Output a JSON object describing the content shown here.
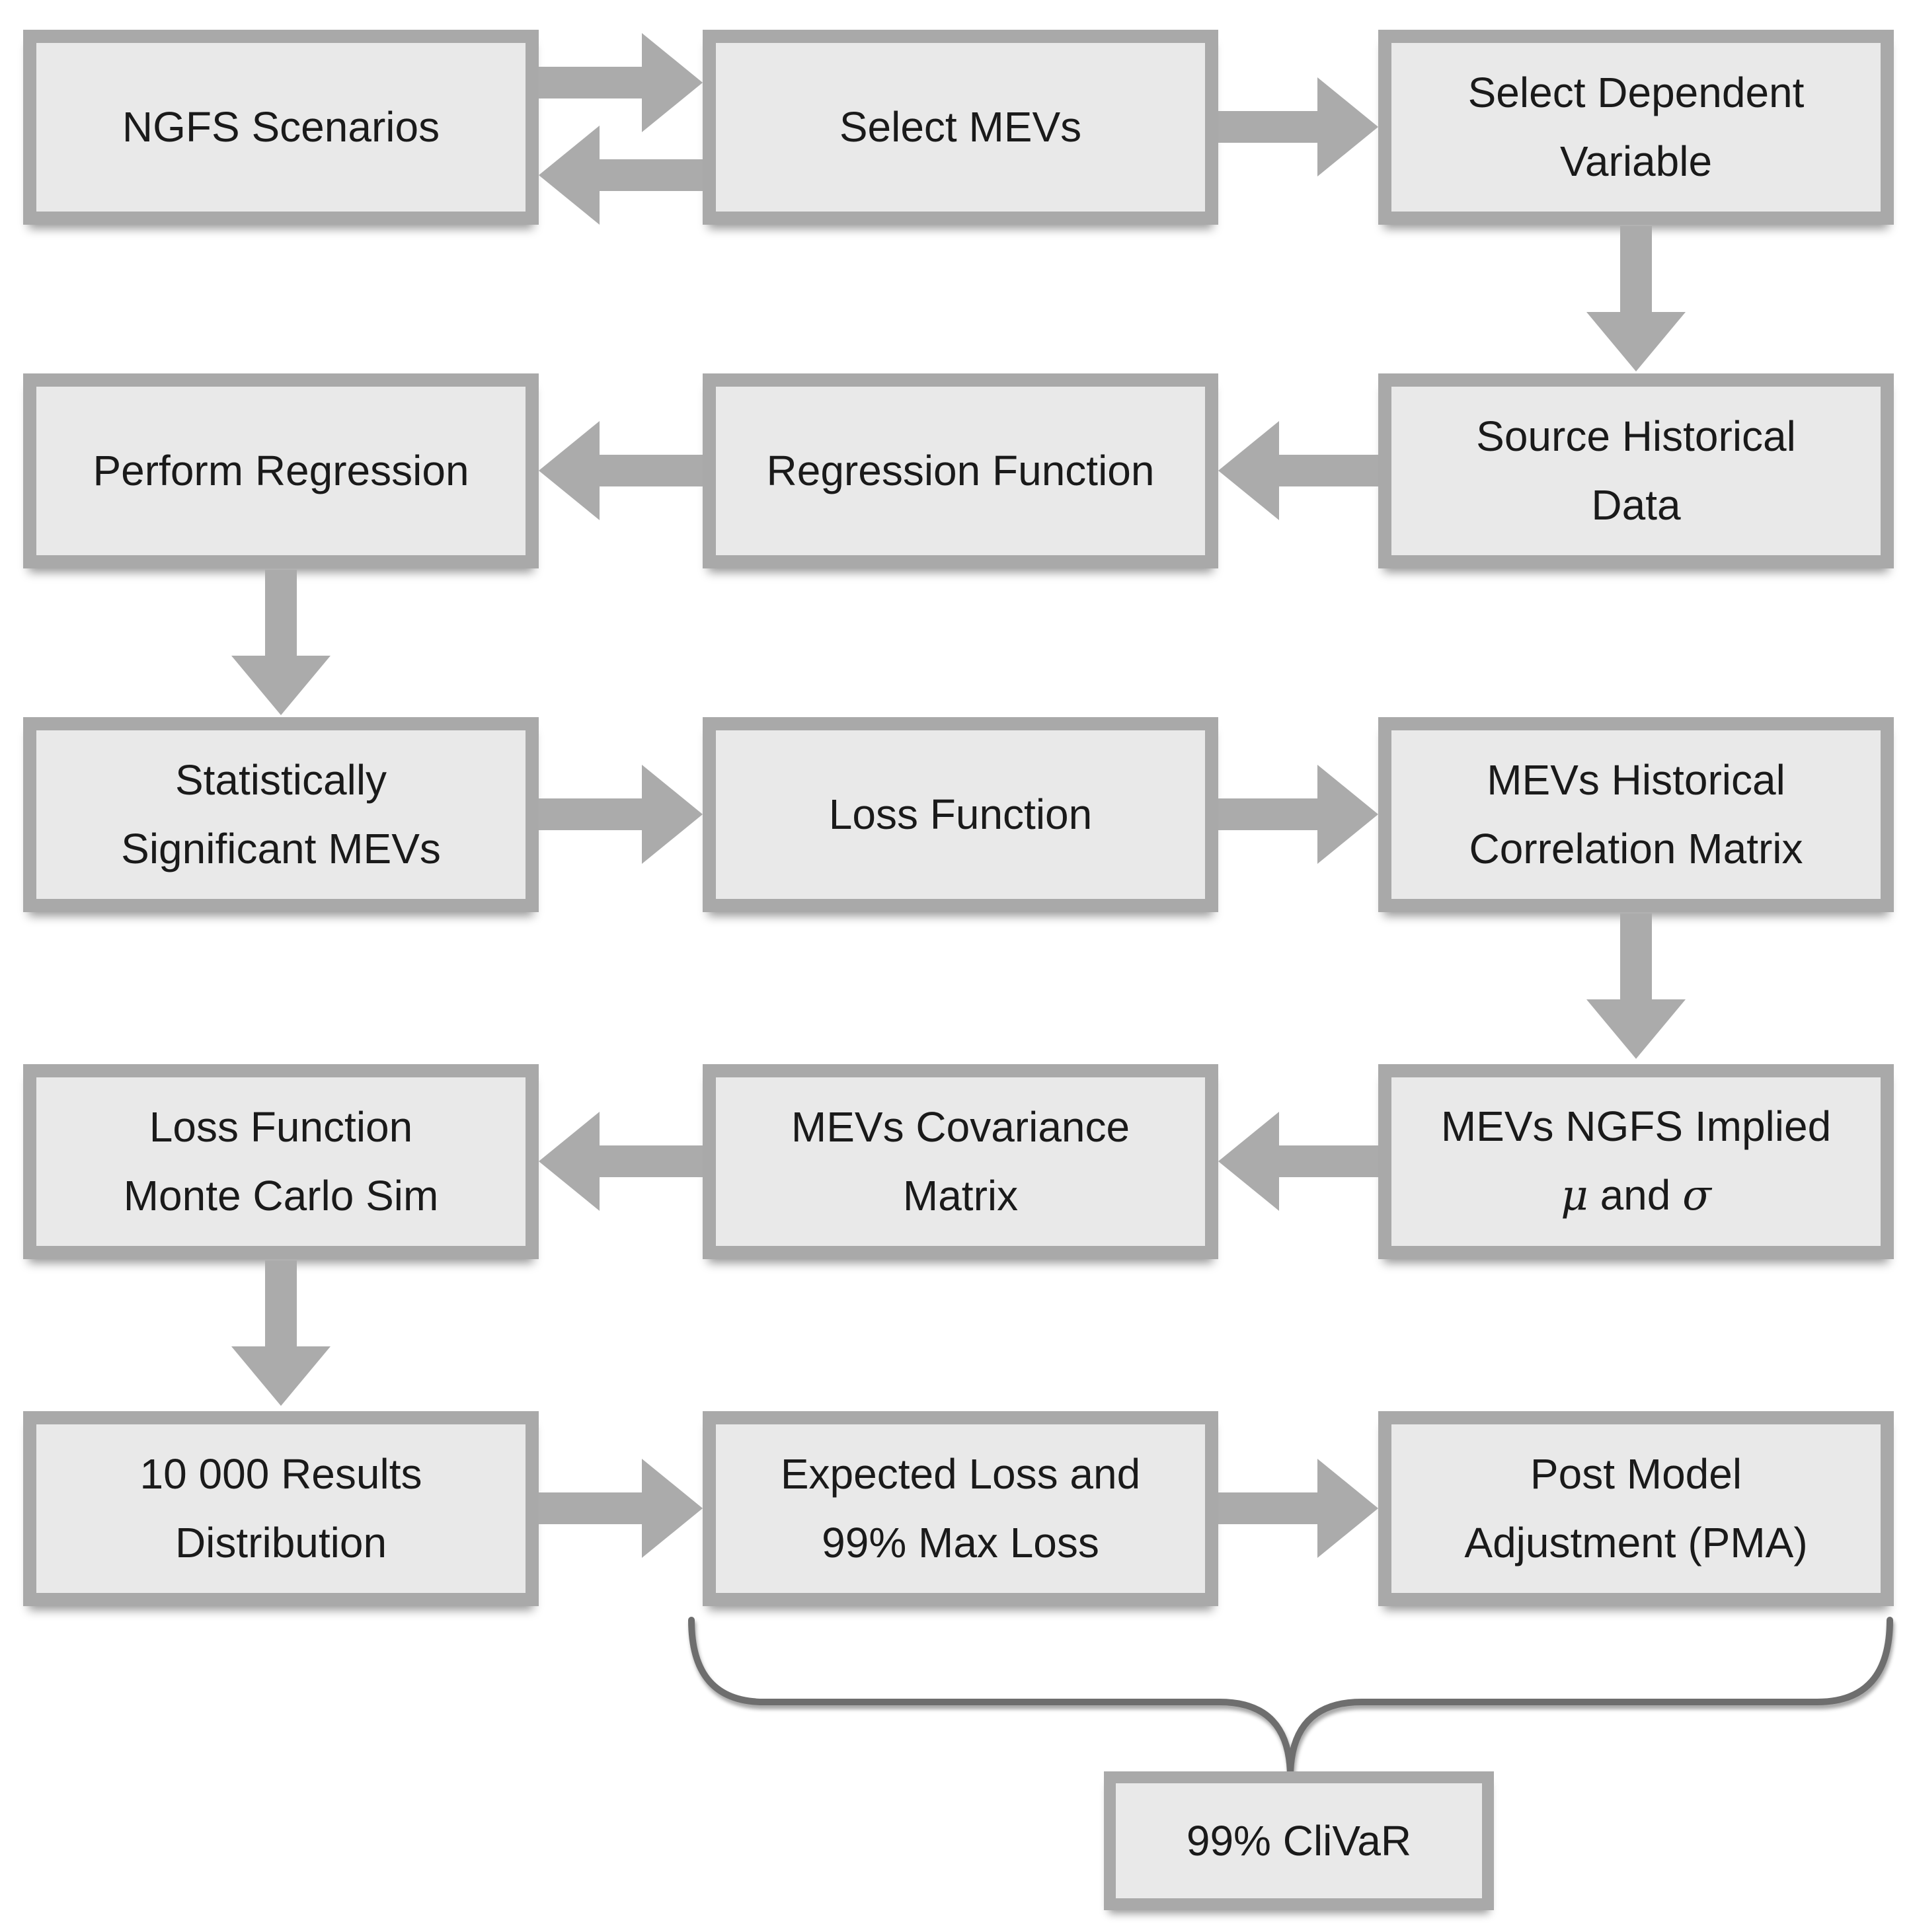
{
  "colors": {
    "background": "#ffffff",
    "box_fill": "#e9e9e9",
    "box_border": "#a9a9a9",
    "arrow": "#ababab",
    "brace": "#6e6e6e",
    "text": "#1a1a1a"
  },
  "nodes": {
    "ngfs_scenarios": {
      "lines": [
        "NGFS Scenarios"
      ]
    },
    "select_mevs": {
      "lines": [
        "Select MEVs"
      ]
    },
    "select_dependent_variable": {
      "lines": [
        "Select Dependent",
        "Variable"
      ]
    },
    "source_historical_data": {
      "lines": [
        "Source Historical",
        "Data"
      ]
    },
    "regression_function": {
      "lines": [
        "Regression Function"
      ]
    },
    "perform_regression": {
      "lines": [
        "Perform Regression"
      ]
    },
    "statistically_significant_mevs": {
      "lines": [
        "Statistically",
        "Significant MEVs"
      ]
    },
    "loss_function": {
      "lines": [
        "Loss Function"
      ]
    },
    "mevs_historical_correlation_matrix": {
      "lines": [
        "MEVs Historical",
        "Correlation Matrix"
      ]
    },
    "mevs_ngfs_implied": {
      "lines": [
        "MEVs NGFS Implied"
      ],
      "mu": "μ",
      "and_word": "and",
      "sigma": "σ"
    },
    "mevs_covariance_matrix": {
      "lines": [
        "MEVs Covariance",
        "Matrix"
      ]
    },
    "loss_function_monte_carlo_sim": {
      "lines": [
        "Loss Function",
        "Monte Carlo Sim"
      ]
    },
    "results_distribution": {
      "lines": [
        "10 000 Results",
        "Distribution"
      ]
    },
    "expected_loss_max_loss": {
      "lines": [
        "Expected Loss and",
        "99% Max Loss"
      ]
    },
    "post_model_adjustment": {
      "lines": [
        "Post Model",
        "Adjustment (PMA)"
      ]
    },
    "clivar": {
      "lines": [
        "99% CliVaR"
      ]
    }
  },
  "connections": [
    {
      "from": "ngfs_scenarios",
      "to": "select_mevs",
      "direction": "right"
    },
    {
      "from": "select_mevs",
      "to": "ngfs_scenarios",
      "direction": "left"
    },
    {
      "from": "select_mevs",
      "to": "select_dependent_variable",
      "direction": "right"
    },
    {
      "from": "select_dependent_variable",
      "to": "source_historical_data",
      "direction": "down"
    },
    {
      "from": "source_historical_data",
      "to": "regression_function",
      "direction": "left"
    },
    {
      "from": "regression_function",
      "to": "perform_regression",
      "direction": "left"
    },
    {
      "from": "perform_regression",
      "to": "statistically_significant_mevs",
      "direction": "down"
    },
    {
      "from": "statistically_significant_mevs",
      "to": "loss_function",
      "direction": "right"
    },
    {
      "from": "loss_function",
      "to": "mevs_historical_correlation_matrix",
      "direction": "right"
    },
    {
      "from": "mevs_historical_correlation_matrix",
      "to": "mevs_ngfs_implied",
      "direction": "down"
    },
    {
      "from": "mevs_ngfs_implied",
      "to": "mevs_covariance_matrix",
      "direction": "left"
    },
    {
      "from": "mevs_covariance_matrix",
      "to": "loss_function_monte_carlo_sim",
      "direction": "left"
    },
    {
      "from": "loss_function_monte_carlo_sim",
      "to": "results_distribution",
      "direction": "down"
    },
    {
      "from": "results_distribution",
      "to": "expected_loss_max_loss",
      "direction": "right"
    },
    {
      "from": "expected_loss_max_loss",
      "to": "post_model_adjustment",
      "direction": "right"
    }
  ],
  "brace": {
    "groups": [
      "expected_loss_max_loss",
      "post_model_adjustment"
    ],
    "points_to": "clivar"
  }
}
